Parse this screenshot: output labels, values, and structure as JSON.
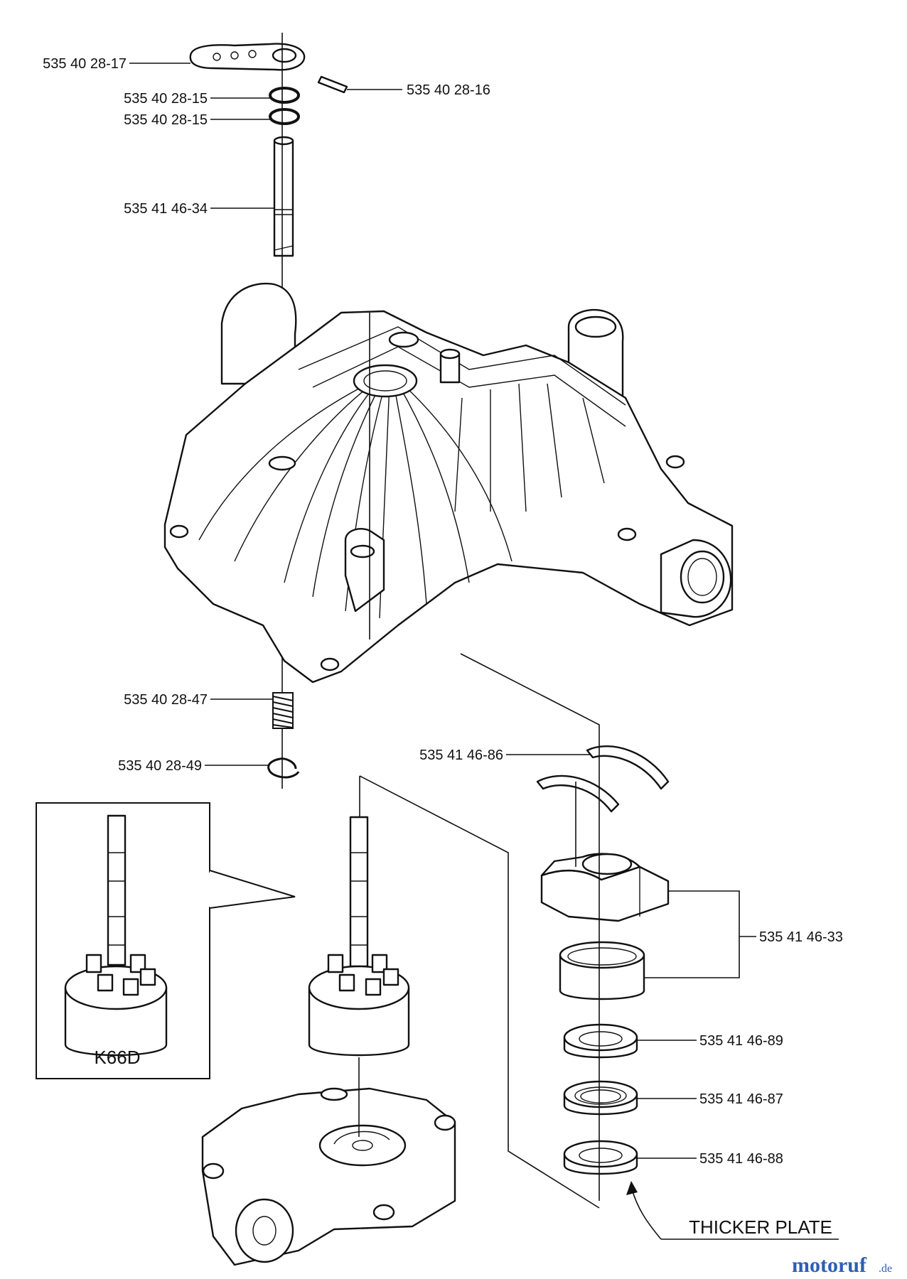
{
  "parts": [
    {
      "key": "p17",
      "number": "535 40 28-17"
    },
    {
      "key": "p16",
      "number": "535 40 28-16"
    },
    {
      "key": "p15a",
      "number": "535 40 28-15"
    },
    {
      "key": "p15b",
      "number": "535 40 28-15"
    },
    {
      "key": "p34",
      "number": "535 41 46-34"
    },
    {
      "key": "p47",
      "number": "535 40 28-47"
    },
    {
      "key": "p49",
      "number": "535 40 28-49"
    },
    {
      "key": "p86",
      "number": "535 41 46-86"
    },
    {
      "key": "p33",
      "number": "535 41 46-33"
    },
    {
      "key": "p89",
      "number": "535 41 46-89"
    },
    {
      "key": "p87",
      "number": "535 41 46-87"
    },
    {
      "key": "p88",
      "number": "535 41 46-88"
    }
  ],
  "inset_label": "K66D",
  "note": "THICKER PLATE",
  "watermark": {
    "brand": "motoruf",
    "suffix": ".de",
    "color": "#2d5fb4"
  }
}
